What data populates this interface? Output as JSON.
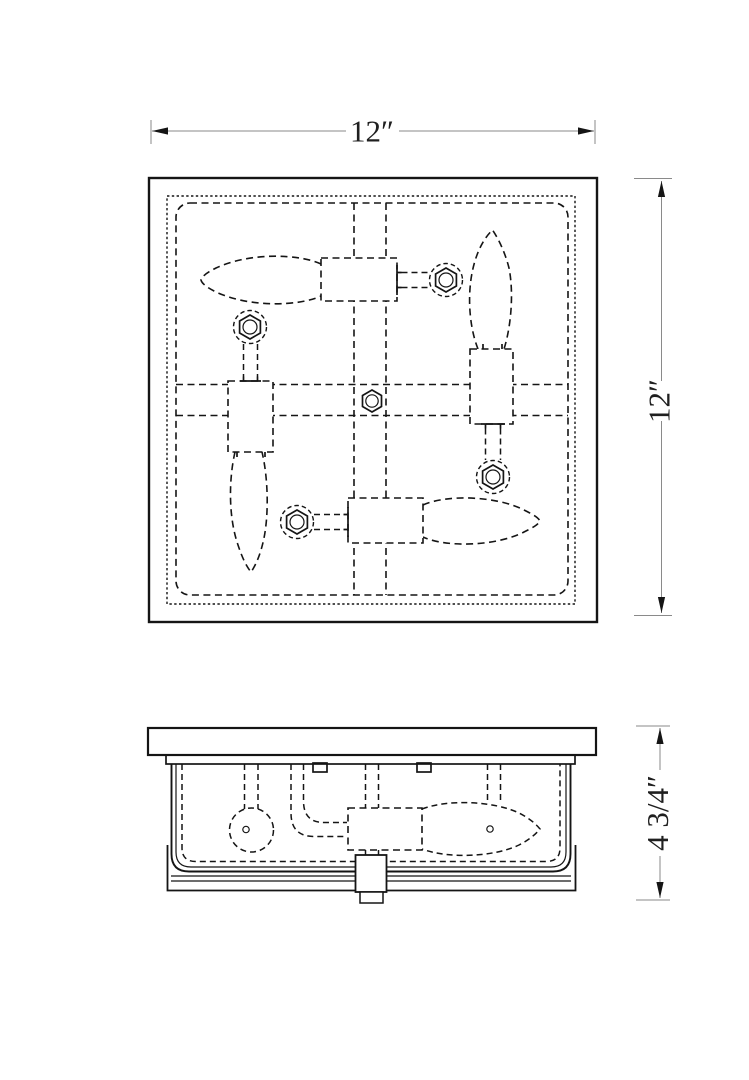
{
  "page": {
    "background": "#ffffff"
  },
  "drawing": {
    "description": "Two-view dimensioned line drawing of a square four-light flush-mount ceiling fixture (top view and side view)",
    "dimensions": {
      "width": "12″",
      "depth": "12″",
      "height": "4 3/4″"
    },
    "colors": {
      "line": "#151515",
      "dimension_line": "#8a8a8a",
      "text": "#1f1f1f"
    }
  }
}
